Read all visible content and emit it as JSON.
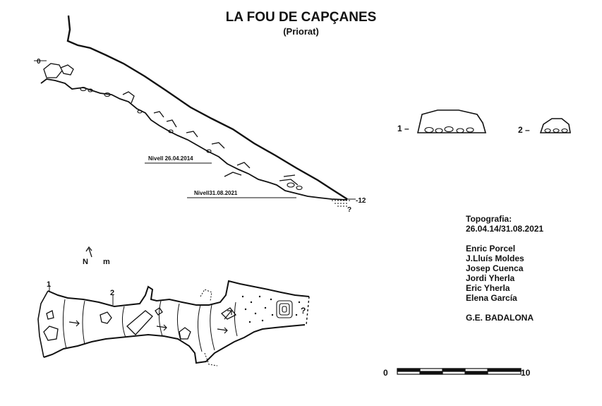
{
  "title": "LA FOU DE CAPÇANES",
  "subtitle": "(Priorat)",
  "profile": {
    "station_start": "0",
    "station_end": "-12",
    "question_mark": "?",
    "level_1": "Nivell  26.04.2014",
    "level_2": "Nivell31.08.2021"
  },
  "sections": {
    "s1": "1 –",
    "s2": "2 –"
  },
  "plan": {
    "north_label": "N",
    "unit_label": "m",
    "marker_1": "1",
    "marker_2": "2",
    "question_mark": "?"
  },
  "credits": {
    "heading": "Topografia:",
    "dates": "26.04.14/31.08.2021",
    "members": [
      "Enric Porcel",
      "J.Lluís Moldes",
      "Josep Cuenca",
      "Jordi Yherla",
      "Eric Yherla",
      "Elena García"
    ],
    "group": "G.E. BADALONA"
  },
  "scale": {
    "start": "0",
    "end": "10"
  }
}
